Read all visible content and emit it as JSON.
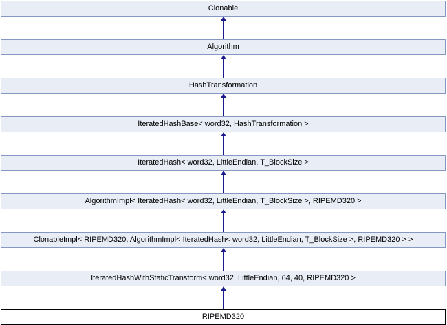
{
  "diagram": {
    "type": "class-inheritance-diagram",
    "current_class": "RIPEMD320",
    "colors": {
      "box_fill": "#e8edf6",
      "box_border": "#8697c4",
      "arrow_color": "#1a1a8c",
      "current_box_fill": "#ffffff",
      "current_box_border": "#000000",
      "text_color": "#000000"
    },
    "nodes": [
      {
        "label": "Clonable",
        "current": false
      },
      {
        "label": "Algorithm",
        "current": false
      },
      {
        "label": "HashTransformation",
        "current": false
      },
      {
        "label": "IteratedHashBase< word32, HashTransformation >",
        "current": false
      },
      {
        "label": "IteratedHash< word32, LittleEndian, T_BlockSize >",
        "current": false
      },
      {
        "label": "AlgorithmImpl< IteratedHash< word32, LittleEndian, T_BlockSize >, RIPEMD320 >",
        "current": false
      },
      {
        "label": "ClonableImpl< RIPEMD320, AlgorithmImpl< IteratedHash< word32, LittleEndian, T_BlockSize >, RIPEMD320 > >",
        "current": false
      },
      {
        "label": "IteratedHashWithStaticTransform< word32, LittleEndian, 64, 40, RIPEMD320 >",
        "current": false
      },
      {
        "label": "RIPEMD320",
        "current": true
      }
    ]
  }
}
